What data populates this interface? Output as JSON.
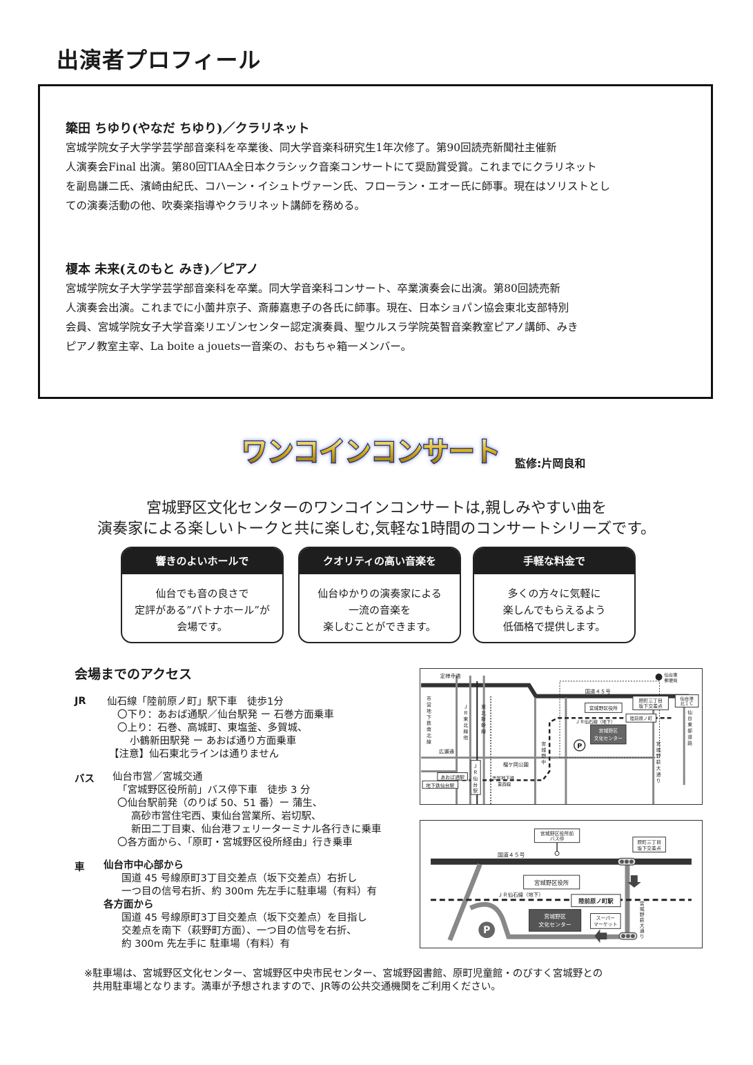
{
  "page_title": "出演者プロフィール",
  "performers": [
    {
      "name": "簗田 ちゆり(やなだ ちゆり)／クラリネット",
      "bio": [
        "宮城学院女子大学学芸学部音楽科を卒業後、同大学音楽科研究生1年次修了。第90回読売新聞社主催新",
        "人演奏会Final 出演。第80回TIAA全日本クラシック音楽コンサートにて奨励賞受賞。これまでにクラリネット",
        "を副島謙二氏、濱崎由紀氏、コハーン・イシュトヴァーン氏、フローラン・エオー氏に師事。現在はソリストとし",
        "ての演奏活動の他、吹奏楽指導やクラリネット講師を務める。"
      ]
    },
    {
      "name": "榎本 未来(えのもと みき)／ピアノ",
      "bio": [
        "宮城学院女子大学学芸学部音楽科を卒業。同大学音楽科コンサート、卒業演奏会に出演。第80回読売新",
        "人演奏会出演。これまでに小薗井京子、斎藤嘉恵子の各氏に師事。現在、日本ショパン協会東北支部特別",
        "会員、宮城学院女子大学音楽リエゾンセンター認定演奏員、聖ウルスラ学院英智音楽教室ピアノ講師、みき",
        "ピアノ教室主宰、La boite a jouets一音楽の、おもちゃ箱一メンバー。"
      ]
    }
  ],
  "concert": {
    "logo_text": "ワンコインコンサート",
    "supervisor": "監修:片岡良和",
    "intro": [
      "宮城野区文化センターのワンコインコンサートは,親しみやすい曲を",
      "演奏家による楽しいトークと共に楽しむ,気軽な1時間のコンサートシリーズです。"
    ],
    "features": [
      {
        "title": "響きのよいホールで",
        "body": [
          "仙台でも音の良さで",
          "定評がある”パトナホール”が",
          "会場です。"
        ]
      },
      {
        "title": "クオリティの高い音楽を",
        "body": [
          "仙台ゆかりの演奏家による",
          "一流の音楽を",
          "楽しむことができます。"
        ]
      },
      {
        "title": "手軽な料金で",
        "body": [
          "多くの方々に気軽に",
          "楽しんでもらえるよう",
          "低価格で提供します。"
        ]
      }
    ]
  },
  "access": {
    "title": "会場までのアクセス",
    "jr": {
      "label": "JR",
      "lines": [
        "仙石線「陸前原ノ町」駅下車　徒歩1分",
        "〇下り：あおば通駅／仙台駅発 ー 石巻方面乗車",
        "〇上り：石巻、高城町、東塩釜、多賀城、",
        "小鶴新田駅発 ー あおば通り方面乗車",
        "【注意】仙石東北ラインは通りません"
      ]
    },
    "bus": {
      "label": "バス",
      "lines": [
        "仙台市営／宮城交通",
        "「宮城野区役所前」バス停下車　徒歩 3 分",
        "〇仙台駅前発（のりば 50、51 番）ー 蒲生、",
        "高砂市営住宅西、東仙台営業所、岩切駅、",
        "新田二丁目東、仙台港フェリーターミナル各行きに乗車",
        "〇各方面から、「原町・宮城野区役所経由」行き乗車"
      ]
    },
    "car": {
      "label": "車",
      "sub1": "仙台市中心部から",
      "lines1": [
        "国道 45 号線原町3丁目交差点（坂下交差点）右折し",
        "一つ目の信号右折、約 300m 先左手に駐車場（有料）有"
      ],
      "sub2": "各方面から",
      "lines2": [
        "国道 45 号線原町3丁目交差点（坂下交差点）を目指し",
        "交差点を南下（萩野町方面）、一つ目の信号を右折、",
        "約 300m 先左手に 駐車場（有料）有"
      ]
    },
    "footnote": [
      "※駐車場は、宮城野区文化センター、宮城野区中央市民センター、宮城野図書館、原町児童館・のびすく宮城野との",
      "共用駐車場となります。満車が予想されますので、JR等の公共交通機関をご利用ください。"
    ]
  },
  "map1": {
    "jouzenji": "定禅寺通",
    "post_office": [
      "仙台東",
      "郵便局"
    ],
    "route45": "国道４５号",
    "haramachi": [
      "原町三丁目",
      "坂下交差点"
    ],
    "sendaiko": [
      "仙台港",
      "北ＩＣ"
    ],
    "tobu": [
      "仙",
      "台",
      "東",
      "部",
      "道",
      "路"
    ],
    "ward_office": "宮城野区役所",
    "rikuzen": "陸前原ノ町",
    "senseki": "ＪＲ仙石線（地下）",
    "center": [
      "宮城野区",
      "文化センター"
    ],
    "subway_n": [
      "市",
      "営",
      "地",
      "下",
      "鉄",
      "南",
      "北",
      "線"
    ],
    "jr_tohoku": [
      "Ｊ",
      "Ｒ",
      "東",
      "北",
      "線",
      "他"
    ],
    "shinkansen": [
      "東",
      "北",
      "新",
      "幹",
      "線"
    ],
    "hirose": "広瀬通",
    "miyaginonaka": [
      "宮",
      "城",
      "野",
      "中"
    ],
    "hagino": [
      "宮",
      "城",
      "野",
      "萩",
      "大",
      "通",
      "り"
    ],
    "tsutsujigaoka": "榴ケ岡公園",
    "aoba": "あおば通駅",
    "subway_sendai": "地下鉄仙台駅",
    "jr_sendai": [
      "Ｊ",
      "Ｒ",
      "仙",
      "台",
      "駅"
    ],
    "tozai": [
      "市営地下鉄",
      "東西線"
    ],
    "parking": "P"
  },
  "map2": {
    "busstop": [
      "宮城野区役所前",
      "バス停"
    ],
    "route45": "国道４５号",
    "haramachi": [
      "原町三丁目",
      "坂下交差点"
    ],
    "ward_office": "宮城野区役所",
    "senseki": "ＪＲ仙石線（地下）",
    "rikuzen": "陸前原ノ町駅",
    "center": [
      "宮城野区",
      "文化センター"
    ],
    "super": [
      "スーパー",
      "マーケット"
    ],
    "hagino": [
      "宮",
      "城",
      "野",
      "萩",
      "大",
      "通",
      "り"
    ],
    "parking": "P"
  }
}
